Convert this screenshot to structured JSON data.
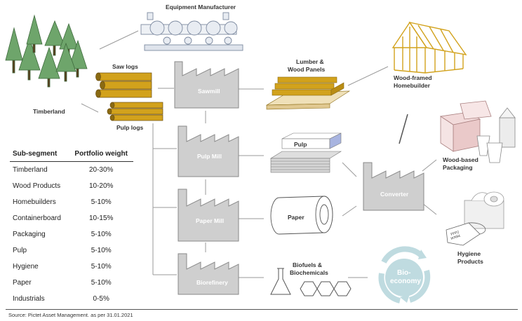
{
  "labels": {
    "equipment": "Equipment Manufacturer",
    "saw_logs": "Saw logs",
    "timberland": "Timberland",
    "pulp_logs": "Pulp logs",
    "sawmill": "Sawmill",
    "lumber_line1": "Lumber &",
    "lumber_line2": "Wood Panels",
    "homebuilder_line1": "Wood-framed",
    "homebuilder_line2": "Homebuilder",
    "pulp_mill": "Pulp Mill",
    "pulp": "Pulp",
    "paper_mill": "Paper Mill",
    "paper": "Paper",
    "converter": "Converter",
    "packaging_line1": "Wood-based",
    "packaging_line2": "Packaging",
    "hygiene_line1": "Hygiene",
    "hygiene_line2": "Products",
    "biorefinery": "Biorefinery",
    "biofuels_line1": "Biofuels &",
    "biofuels_line2": "Biochemicals",
    "bio_line1": "Bio-",
    "bio_line2": "economy",
    "ffp2_line1": "FFP2",
    "ffp2_line2": "IKN94"
  },
  "table": {
    "headers": {
      "segment": "Sub-segment",
      "weight": "Portfolio weight"
    },
    "rows": [
      {
        "segment": "Timberland",
        "weight": "20-30%"
      },
      {
        "segment": "Wood Products",
        "weight": "10-20%"
      },
      {
        "segment": "Homebuilders",
        "weight": "5-10%"
      },
      {
        "segment": "Containerboard",
        "weight": "10-15%"
      },
      {
        "segment": "Packaging",
        "weight": "5-10%"
      },
      {
        "segment": "Pulp",
        "weight": "5-10%"
      },
      {
        "segment": "Hygiene",
        "weight": "5-10%"
      },
      {
        "segment": "Paper",
        "weight": "5-10%"
      },
      {
        "segment": "Industrials",
        "weight": "0-5%"
      }
    ]
  },
  "source": "Source: Pictet Asset Management. as per 31.01.2021",
  "colors": {
    "factory": "#cfcfcf",
    "factory_stroke": "#8a8a8a",
    "wood": "#d2a21c",
    "tree": "#6ea56b",
    "bio": "#bfdbe0",
    "line": "#999999"
  }
}
